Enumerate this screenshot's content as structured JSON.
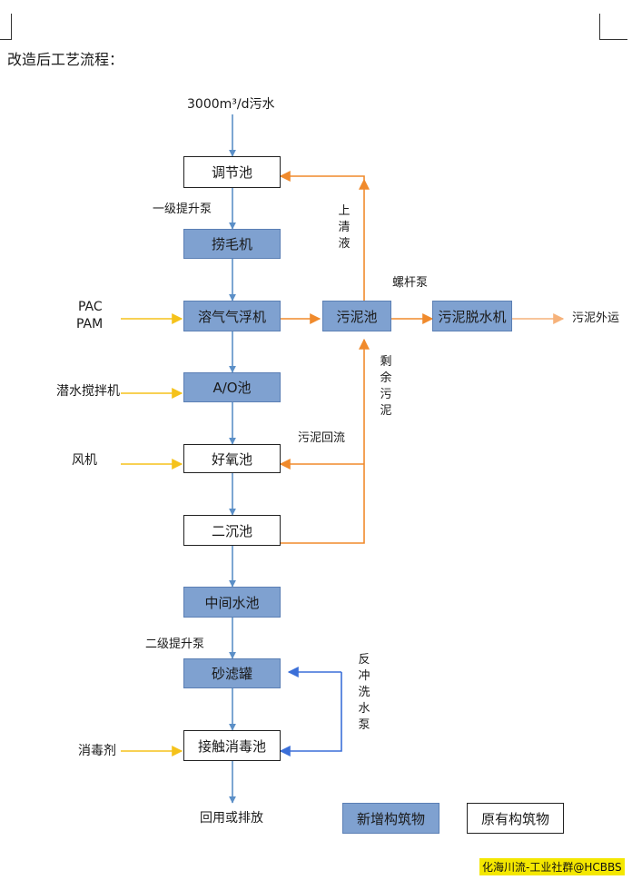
{
  "heading": "改造后工艺流程：",
  "inputs": {
    "influent": "3000m³/d污水",
    "pac": "PAC",
    "pam": "PAM",
    "mixer": "潜水搅拌机",
    "blower": "风机",
    "disinfectant": "消毒剂"
  },
  "units": {
    "regulating_tank": "调节池",
    "bar_screen": "捞毛机",
    "daf": "溶气气浮机",
    "ao_tank": "A/O池",
    "aerobic_tank": "好氧池",
    "secondary_clarifier": "二沉池",
    "intermediate_tank": "中间水池",
    "sand_filter": "砂滤罐",
    "contact_tank": "接触消毒池",
    "sludge_tank": "污泥池",
    "sludge_dewatering": "污泥脱水机"
  },
  "flow_labels": {
    "primary_pump": "一级提升泵",
    "secondary_pump": "二级提升泵",
    "supernatant": "上清液",
    "screw_pump": "螺杆泵",
    "excess_sludge": "剩余污泥",
    "sludge_return": "污泥回流",
    "backwash_pump": "反冲洗水泵",
    "sludge_out": "污泥外运",
    "effluent": "回用或排放"
  },
  "legend": {
    "new": "新增构筑物",
    "existing": "原有构筑物"
  },
  "watermark": "化海川流-工业社群@HCBBS",
  "colors": {
    "new_structure": "#7fa1d0",
    "main_flow_arrow": "#5b8fc7",
    "sludge_arrow": "#f08a2c",
    "sludge_arrow_light": "#f6b27a",
    "chemical_arrow": "#f5c21b",
    "backwash_arrow": "#3b6fd8"
  }
}
